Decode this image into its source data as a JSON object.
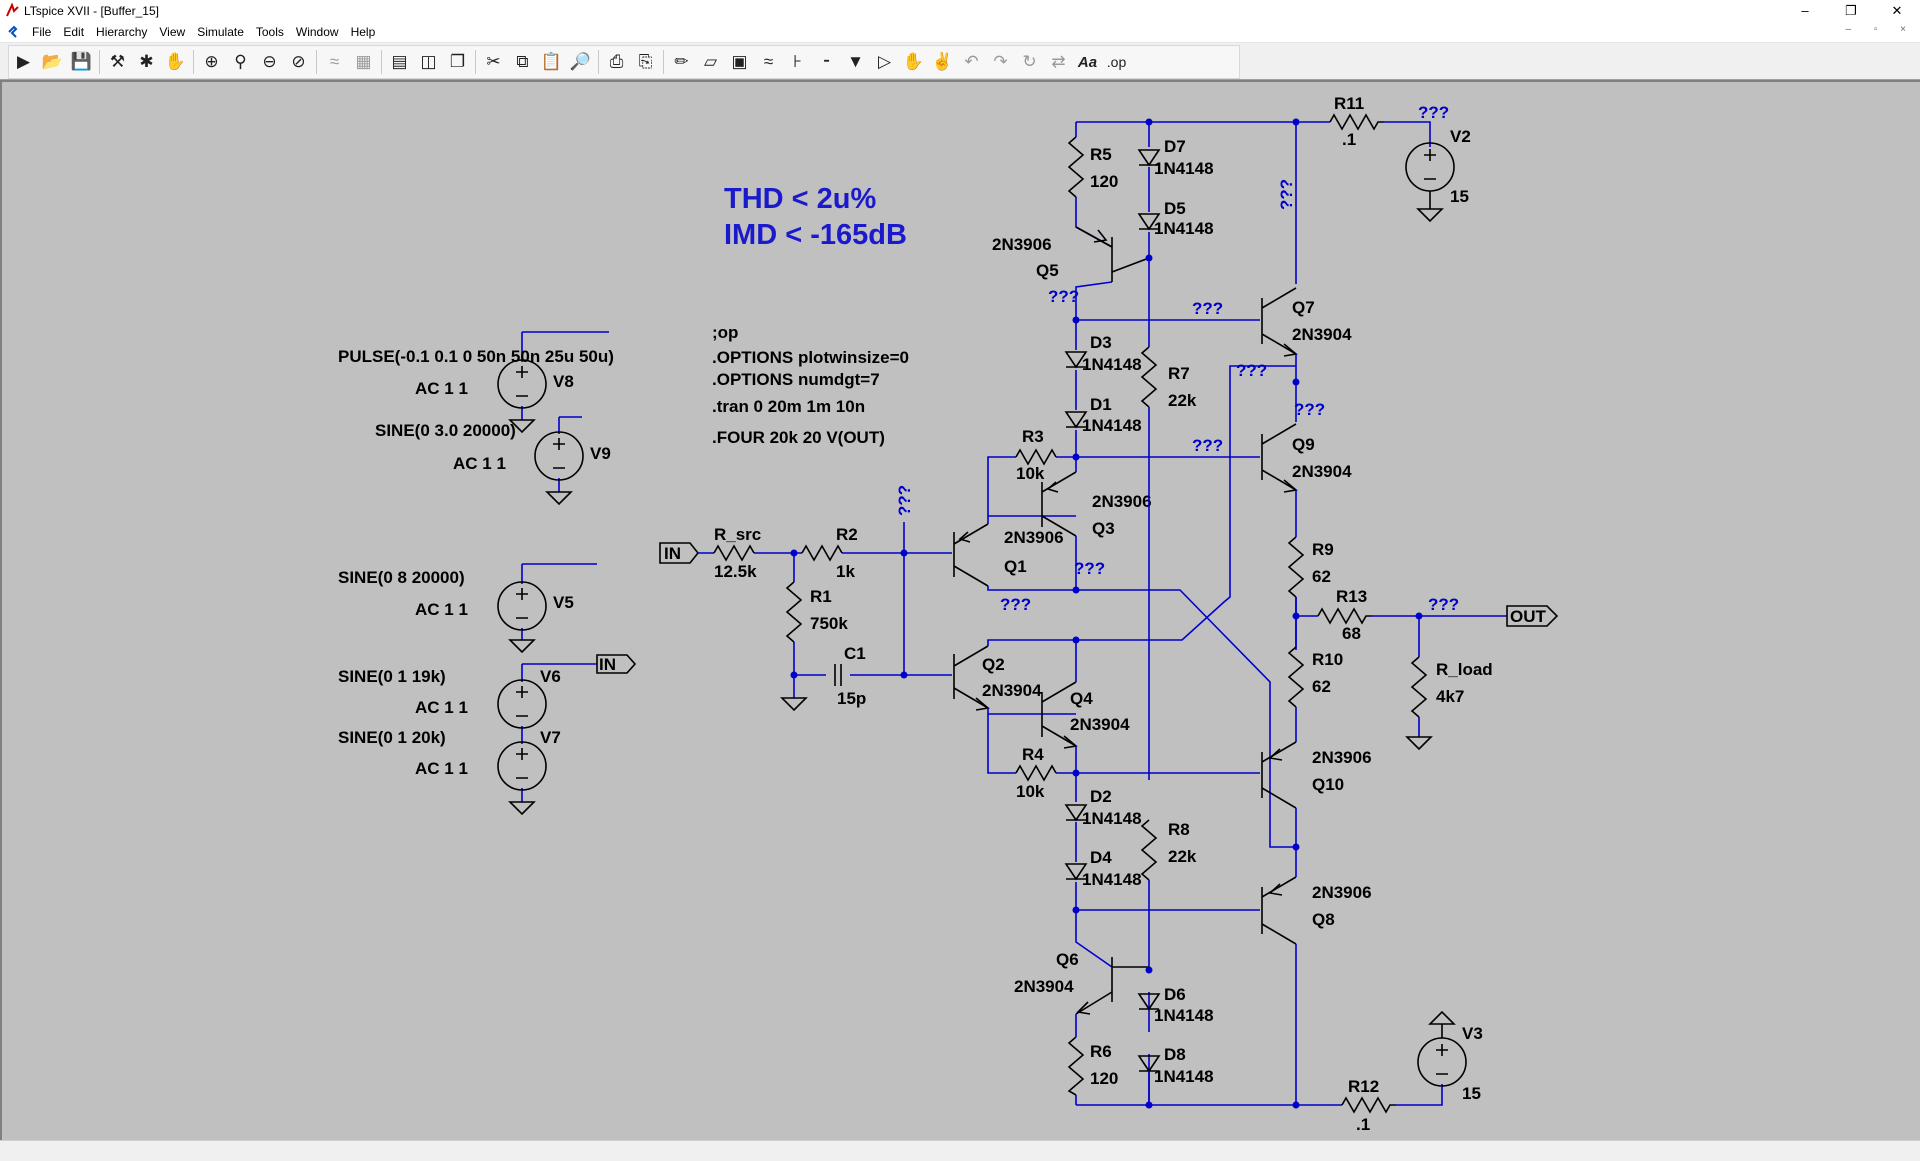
{
  "window": {
    "title": "LTspice XVII - [Buffer_15]",
    "controls": [
      "minimize",
      "maximize",
      "close"
    ]
  },
  "menu": {
    "items": [
      "File",
      "Edit",
      "Hierarchy",
      "View",
      "Simulate",
      "Tools",
      "Window",
      "Help"
    ]
  },
  "toolbar": {
    "buttons": [
      {
        "icon": "run-icon"
      },
      {
        "icon": "open-icon"
      },
      {
        "icon": "save-icon"
      },
      {
        "icon": "control-panel-icon"
      },
      {
        "icon": "halt-icon"
      },
      {
        "icon": "pan-hand-icon"
      },
      {
        "icon": "zoom-in-icon"
      },
      {
        "icon": "zoom-full-icon"
      },
      {
        "icon": "zoom-out-icon"
      },
      {
        "icon": "zoom-cancel-icon"
      },
      {
        "icon": "autoscale-icon"
      },
      {
        "icon": "mark-icon"
      },
      {
        "icon": "tile-horizontal-icon"
      },
      {
        "icon": "tile-vertical-icon"
      },
      {
        "icon": "cascade-icon"
      },
      {
        "icon": "cut-icon"
      },
      {
        "icon": "copy-icon"
      },
      {
        "icon": "paste-icon"
      },
      {
        "icon": "find-icon"
      },
      {
        "icon": "print-icon"
      },
      {
        "icon": "print-setup-icon"
      },
      {
        "icon": "draw-wire-icon"
      },
      {
        "icon": "ground-icon"
      },
      {
        "icon": "label-net-icon"
      },
      {
        "icon": "resistor-icon"
      },
      {
        "icon": "capacitor-icon"
      },
      {
        "icon": "inductor-icon"
      },
      {
        "icon": "diode-icon"
      },
      {
        "icon": "component-icon"
      },
      {
        "icon": "move-icon"
      },
      {
        "icon": "drag-icon"
      },
      {
        "icon": "undo-icon"
      },
      {
        "icon": "redo-icon"
      },
      {
        "icon": "rotate-icon"
      },
      {
        "icon": "mirror-icon"
      },
      {
        "icon": "text-icon",
        "label": "Aa"
      },
      {
        "icon": "spice-directive-icon",
        "label": ".op"
      }
    ]
  },
  "schematic": {
    "spec": {
      "line1": "THD < 2u%",
      "line2": "IMD < -165dB"
    },
    "directives": [
      ";op",
      ".OPTIONS plotwinsize=0",
      ".OPTIONS numdgt=7",
      ".tran 0 20m 1m 10n",
      ".FOUR 20k 20 V(OUT)"
    ],
    "sources": {
      "v8": {
        "value": "PULSE(-0.1 0.1 0 50n 50n 25u 50u)",
        "ac": "AC 1 1",
        "name": "V8"
      },
      "v9": {
        "value": "SINE(0 3.0 20000)",
        "ac": "AC 1 1",
        "name": "V9"
      },
      "v5": {
        "value": "SINE(0 8 20000)",
        "ac": "AC 1 1",
        "name": "V5"
      },
      "v6": {
        "value": "SINE(0 1 19k)",
        "ac": "AC 1 1",
        "name": "V6"
      },
      "v7": {
        "value": "SINE(0 1 20k)",
        "ac": "AC 1 1",
        "name": "V7"
      },
      "v2": {
        "name": "V2",
        "value": "15"
      },
      "v3": {
        "name": "V3",
        "value": "15"
      }
    },
    "labels": {
      "in": "IN",
      "out": "OUT",
      "unknown": "???"
    },
    "resistors": {
      "rsrc": {
        "name": "R_src",
        "value": "12.5k"
      },
      "r2": {
        "name": "R2",
        "value": "1k"
      },
      "r1": {
        "name": "R1",
        "value": "750k"
      },
      "r3": {
        "name": "R3",
        "value": "10k"
      },
      "r4": {
        "name": "R4",
        "value": "10k"
      },
      "r5": {
        "name": "R5",
        "value": "120"
      },
      "r6": {
        "name": "R6",
        "value": "120"
      },
      "r7": {
        "name": "R7",
        "value": "22k"
      },
      "r8": {
        "name": "R8",
        "value": "22k"
      },
      "r9": {
        "name": "R9",
        "value": "62"
      },
      "r10": {
        "name": "R10",
        "value": "62"
      },
      "r11": {
        "name": "R11",
        "value": ".1"
      },
      "r12": {
        "name": "R12",
        "value": ".1"
      },
      "r13": {
        "name": "R13",
        "value": "68"
      },
      "rload": {
        "name": "R_load",
        "value": "4k7"
      }
    },
    "capacitors": {
      "c1": {
        "name": "C1",
        "value": "15p"
      }
    },
    "diodes": {
      "d1": {
        "name": "D1",
        "model": "1N4148"
      },
      "d2": {
        "name": "D2",
        "model": "1N4148"
      },
      "d3": {
        "name": "D3",
        "model": "1N4148"
      },
      "d4": {
        "name": "D4",
        "model": "1N4148"
      },
      "d5": {
        "name": "D5",
        "model": "1N4148"
      },
      "d6": {
        "name": "D6",
        "model": "1N4148"
      },
      "d7": {
        "name": "D7",
        "model": "1N4148"
      },
      "d8": {
        "name": "D8",
        "model": "1N4148"
      }
    },
    "transistors": {
      "q1": {
        "name": "Q1",
        "model": "2N3906"
      },
      "q2": {
        "name": "Q2",
        "model": "2N3904"
      },
      "q3": {
        "name": "Q3",
        "model": "2N3906"
      },
      "q4": {
        "name": "Q4",
        "model": "2N3904"
      },
      "q5": {
        "name": "Q5",
        "model": "2N3906"
      },
      "q6": {
        "name": "Q6",
        "model": "2N3904"
      },
      "q7": {
        "name": "Q7",
        "model": "2N3904"
      },
      "q8": {
        "name": "Q8",
        "model": "2N3906"
      },
      "q9": {
        "name": "Q9",
        "model": "2N3904"
      },
      "q10": {
        "name": "Q10",
        "model": "2N3906"
      }
    }
  },
  "colors": {
    "wire": "#0000cc",
    "canvas": "#c0c0c0",
    "component": "#000000",
    "spec_text": "#1a1acc"
  }
}
